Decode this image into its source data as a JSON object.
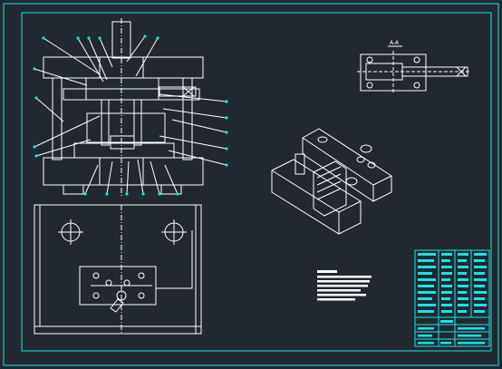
{
  "drawing": {
    "section_label": "A-A",
    "colors": {
      "background": "#212830",
      "border": "#19e3e3",
      "linework": "#ffffff",
      "title_block": "#19e3e3"
    },
    "views": [
      "front-section-view",
      "top-plan-view",
      "section-a-a-view",
      "isometric-view",
      "technical-notes",
      "title-block"
    ]
  }
}
